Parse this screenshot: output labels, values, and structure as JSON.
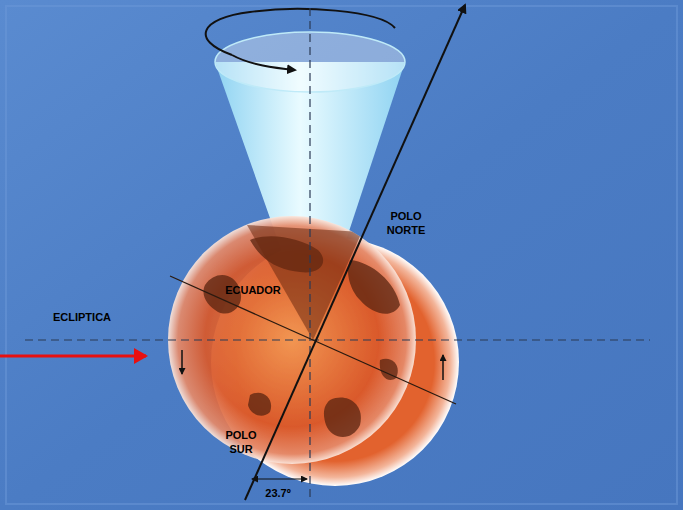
{
  "diagram": {
    "labels": [
      "POLO NORTE",
      "ECLIPTICA",
      "ECUADOR",
      "POLO SUR",
      "23.7º"
    ]
  }
}
